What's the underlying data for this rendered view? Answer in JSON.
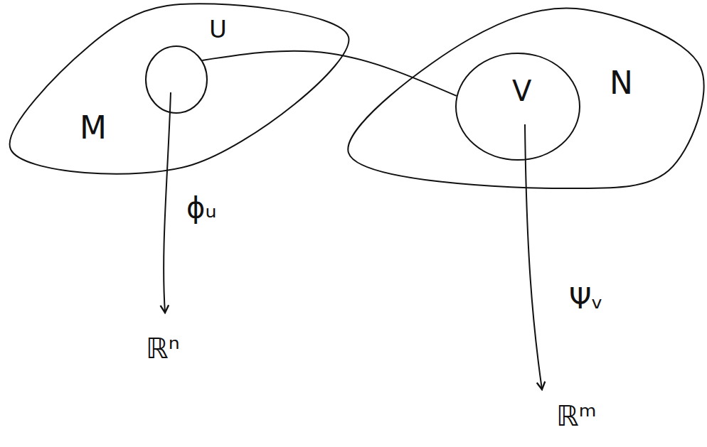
{
  "diagram": {
    "nodes": [
      {
        "text": [
          "M"
        ]
      },
      {
        "text": [
          "U"
        ],
        "in": 0
      },
      {
        "text": [
          "N"
        ]
      },
      {
        "text": [
          "V"
        ],
        "in": 2
      }
    ],
    "edges": [
      {
        "from": 1,
        "to": 3,
        "arrow": "none"
      }
    ],
    "labels": [
      "ϕᵤ",
      "ℝⁿ",
      "Ψᵥ",
      "ℝᵐ"
    ]
  }
}
